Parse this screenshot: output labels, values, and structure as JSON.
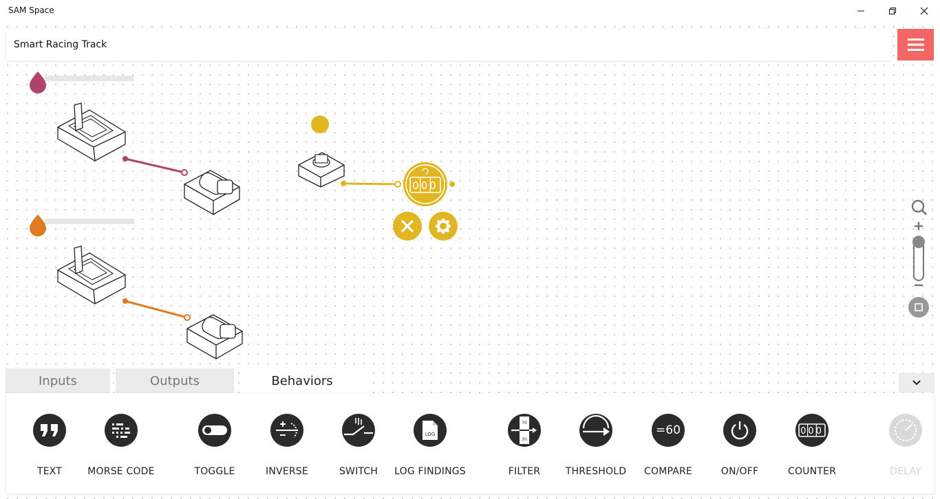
{
  "window": {
    "title": "SAM Space",
    "controls": [
      "minimize",
      "restore",
      "close"
    ]
  },
  "project": {
    "name": "Smart Racing Track"
  },
  "colors": {
    "accent_menu": "#f36666",
    "wire_red": "#b0436c",
    "wire_orange": "#e07b22",
    "counter_yellow": "#e0b622",
    "icon_dark": "#2b2b2b"
  },
  "counter_node": {
    "display": "000",
    "actions": [
      "close-icon",
      "gear-icon"
    ]
  },
  "tabs": [
    {
      "label": "Inputs",
      "active": false
    },
    {
      "label": "Outputs",
      "active": false
    },
    {
      "label": "Behaviors",
      "active": true
    }
  ],
  "behaviors": [
    {
      "label": "TEXT",
      "icon": "quote-icon"
    },
    {
      "label": "MORSE CODE",
      "icon": "morse-icon"
    },
    {
      "label": "TOGGLE",
      "icon": "toggle-icon"
    },
    {
      "label": "INVERSE",
      "icon": "inverse-icon"
    },
    {
      "label": "SWITCH",
      "icon": "switch-icon"
    },
    {
      "label": "LOG FINDINGS",
      "icon": "log-icon",
      "badge": "LOG"
    },
    {
      "label": "FILTER",
      "icon": "filter-icon",
      "top": "70",
      "bottom": "30"
    },
    {
      "label": "THRESHOLD",
      "icon": "threshold-icon"
    },
    {
      "label": "COMPARE",
      "icon": "compare-icon",
      "text": "=60"
    },
    {
      "label": "ON/OFF",
      "icon": "power-icon"
    },
    {
      "label": "COUNTER",
      "icon": "counter-icon",
      "text": "000"
    },
    {
      "label": "DELAY",
      "icon": "gauge-icon"
    }
  ]
}
